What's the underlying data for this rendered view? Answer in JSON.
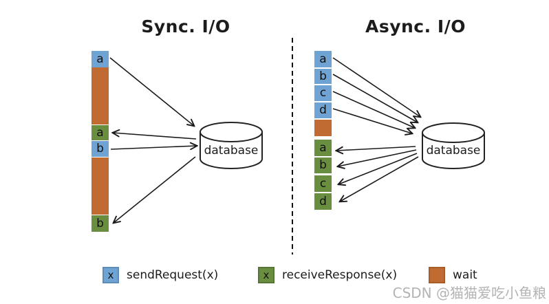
{
  "panels": {
    "sync": {
      "title": "Sync. I/O",
      "database_label": "database",
      "blocks": [
        {
          "label": "a",
          "type": "send"
        },
        {
          "type": "wait"
        },
        {
          "label": "a",
          "type": "receive"
        },
        {
          "label": "b",
          "type": "send"
        },
        {
          "type": "wait"
        },
        {
          "label": "b",
          "type": "receive"
        }
      ]
    },
    "async": {
      "title": "Async. I/O",
      "database_label": "database",
      "blocks": [
        {
          "label": "a",
          "type": "send"
        },
        {
          "label": "b",
          "type": "send"
        },
        {
          "label": "c",
          "type": "send"
        },
        {
          "label": "d",
          "type": "send"
        },
        {
          "type": "wait"
        },
        {
          "label": "a",
          "type": "receive"
        },
        {
          "label": "b",
          "type": "receive"
        },
        {
          "label": "c",
          "type": "receive"
        },
        {
          "label": "d",
          "type": "receive"
        }
      ]
    }
  },
  "legend": {
    "items": [
      {
        "swatch_label": "x",
        "label": "sendRequest(x)",
        "color": "#6fa3d4"
      },
      {
        "swatch_label": "x",
        "label": "receiveResponse(x)",
        "color": "#6a8e3f"
      },
      {
        "swatch_label": "",
        "label": "wait",
        "color": "#bf6b32"
      }
    ]
  },
  "colors": {
    "send_blue": "#6fa3d4",
    "receive_green": "#6a8e3f",
    "wait_orange": "#bf6b32",
    "arrow_black": "#1a1a1a",
    "watermark_gray": "#b3b3b3"
  },
  "watermark": "CSDN @猫猫爱吃小鱼粮"
}
